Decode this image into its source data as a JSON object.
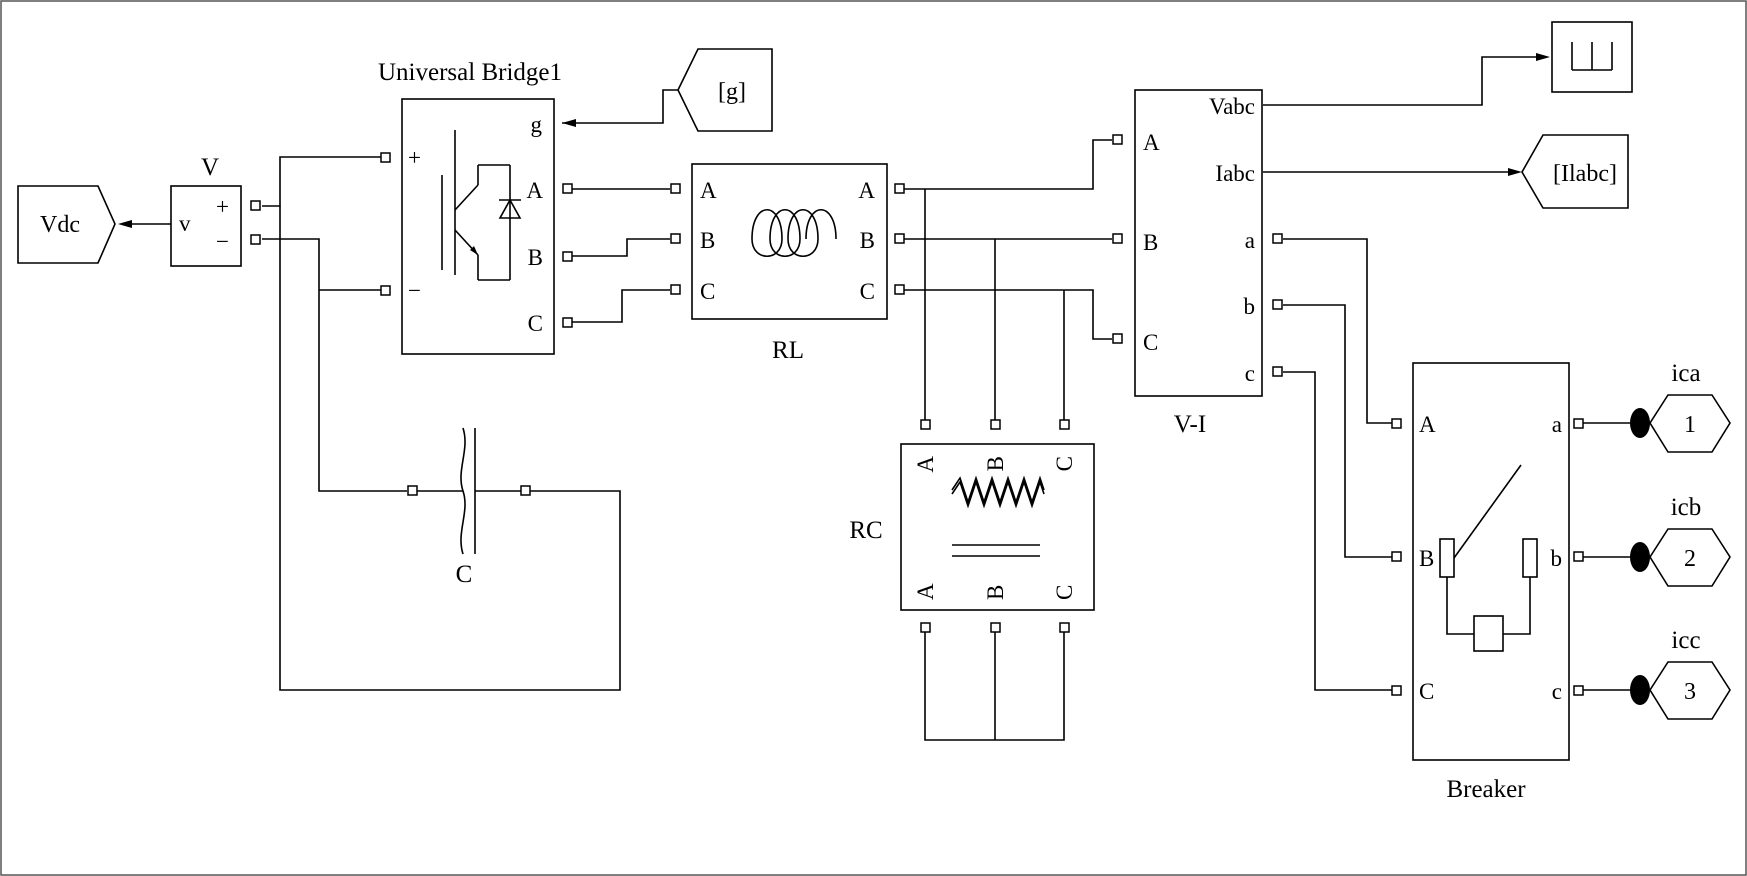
{
  "blocks": {
    "universal_bridge": {
      "title": "Universal Bridge1",
      "ports": {
        "plus": "+",
        "minus": "−",
        "g": "g",
        "a": "A",
        "b": "B",
        "c": "C"
      }
    },
    "goto_g": {
      "label": "[g]"
    },
    "voltage_meter": {
      "title": "V",
      "in": "v",
      "plus": "+",
      "minus": "−"
    },
    "vdc": {
      "label": "Vdc"
    },
    "rl": {
      "title": "RL",
      "a_in": "A",
      "b_in": "B",
      "c_in": "C",
      "a_out": "A",
      "b_out": "B",
      "c_out": "C"
    },
    "vi": {
      "title": "V-I",
      "a": "A",
      "b": "B",
      "c": "C",
      "vabc": "Vabc",
      "iabc": "Iabc",
      "a_out": "a",
      "b_out": "b",
      "c_out": "c"
    },
    "goto_ilabc": {
      "label": "[Ilabc]"
    },
    "rc": {
      "title": "RC",
      "top_a": "A",
      "top_b": "B",
      "top_c": "C",
      "bot_a": "A",
      "bot_b": "B",
      "bot_c": "C"
    },
    "capacitor": {
      "title": "C"
    },
    "breaker": {
      "title": "Breaker",
      "a_in": "A",
      "b_in": "B",
      "c_in": "C",
      "a_out": "a",
      "b_out": "b",
      "c_out": "c"
    },
    "out1": {
      "signal": "ica",
      "number": "1"
    },
    "out2": {
      "signal": "icb",
      "number": "2"
    },
    "out3": {
      "signal": "icc",
      "number": "3"
    }
  },
  "icons": [
    "igbt-diode-icon",
    "inductor-coil-icon",
    "resistor-zigzag-icon",
    "capacitor-icon",
    "switch-icon",
    "terminator-icon",
    "connection-dot-icon"
  ]
}
